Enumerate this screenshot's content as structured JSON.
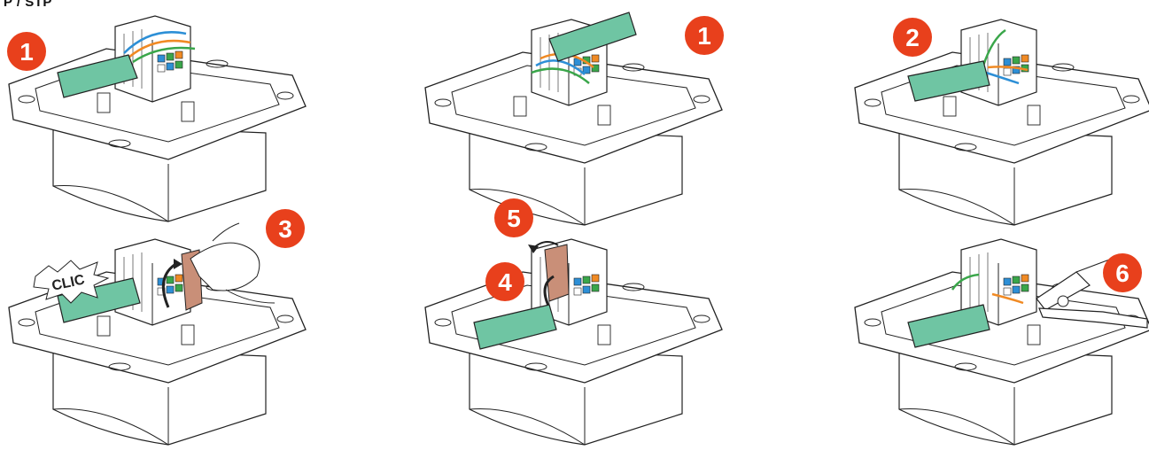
{
  "page_title": "P / STP",
  "colors": {
    "badge": "#e8401c",
    "cable_jacket": "#6fc5a3",
    "frame_stroke": "#222222",
    "wire_orange": "#f08a24",
    "wire_blue": "#2d8fd6",
    "wire_green": "#3aa64a",
    "cover_brown": "#c98f78"
  },
  "steps": [
    {
      "badge": "1",
      "variant": "insert-left"
    },
    {
      "badge": "1",
      "variant": "insert-right"
    },
    {
      "badge": "2",
      "variant": "route-wires"
    },
    {
      "badge": "3",
      "variant": "close-cover",
      "sound_label": "CLIC"
    },
    {
      "badge": "5",
      "badge_secondary": "4",
      "variant": "rotate-cover"
    },
    {
      "badge": "6",
      "variant": "cut-wires"
    }
  ]
}
